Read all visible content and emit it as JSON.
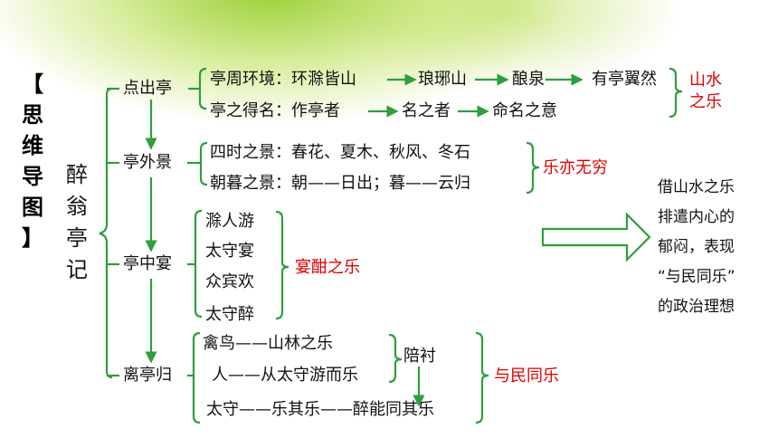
{
  "title_chars": [
    "【",
    "思",
    "维",
    "导",
    "图",
    "】"
  ],
  "root_chars": [
    "醉",
    "翁",
    "亭",
    "记"
  ],
  "sections": [
    {
      "label": "点出亭",
      "lines": [
        [
          "亭周环境：环滁皆山",
          "琅琊山",
          "酿泉",
          "有亭翼然"
        ],
        [
          "亭之得名：作亭者",
          "名之者",
          "命名之意"
        ]
      ],
      "result_lines": [
        "山水",
        "之乐"
      ]
    },
    {
      "label": "亭外景",
      "lines": [
        "四时之景：春花、夏木、秋风、冬石",
        "朝暮之景：朝——日出；暮——云归"
      ],
      "result": "乐亦无穷"
    },
    {
      "label": "亭中宴",
      "items": [
        "滁人游",
        "太守宴",
        "众宾欢",
        "太守醉"
      ],
      "result": "宴酣之乐"
    },
    {
      "label": "离亭归",
      "items": [
        "禽鸟——山林之乐",
        "人——从太守游而乐",
        "太守——乐其乐——醉能同其乐"
      ],
      "middle": "陪衬",
      "result": "与民同乐"
    }
  ],
  "conclusion_lines": [
    "借山水之乐",
    "排遣内心的",
    "郁闷，表现",
    "“与民同乐”",
    "的政治理想"
  ],
  "colors": {
    "line": "#2e9e3e",
    "accent": "#e00000",
    "text": "#111111"
  }
}
